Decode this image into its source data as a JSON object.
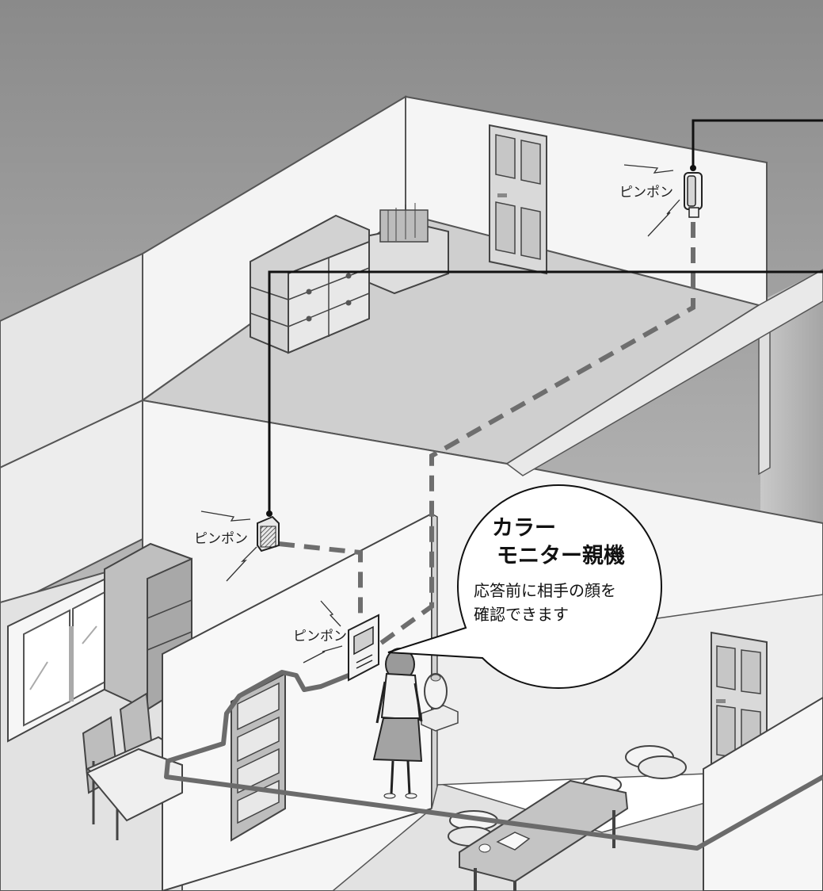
{
  "labels": {
    "pinpon": "ピンポン"
  },
  "bubble": {
    "title_line1": "カラー",
    "title_line2": "モニター親機",
    "body_line1": "応答前に相手の顔を",
    "body_line2": "確認できます"
  },
  "colors": {
    "sky": "#8e8e8e",
    "wall": "#f4f4f4",
    "floor": "#cfcfcf",
    "dashed_wire": "#6e6e6e",
    "solid_wire": "#6b6b6b",
    "callout_line": "#111111"
  },
  "icons": [
    "interphone-handset-icon",
    "chime-speaker-icon",
    "color-monitor-unit-icon",
    "person-icon"
  ]
}
